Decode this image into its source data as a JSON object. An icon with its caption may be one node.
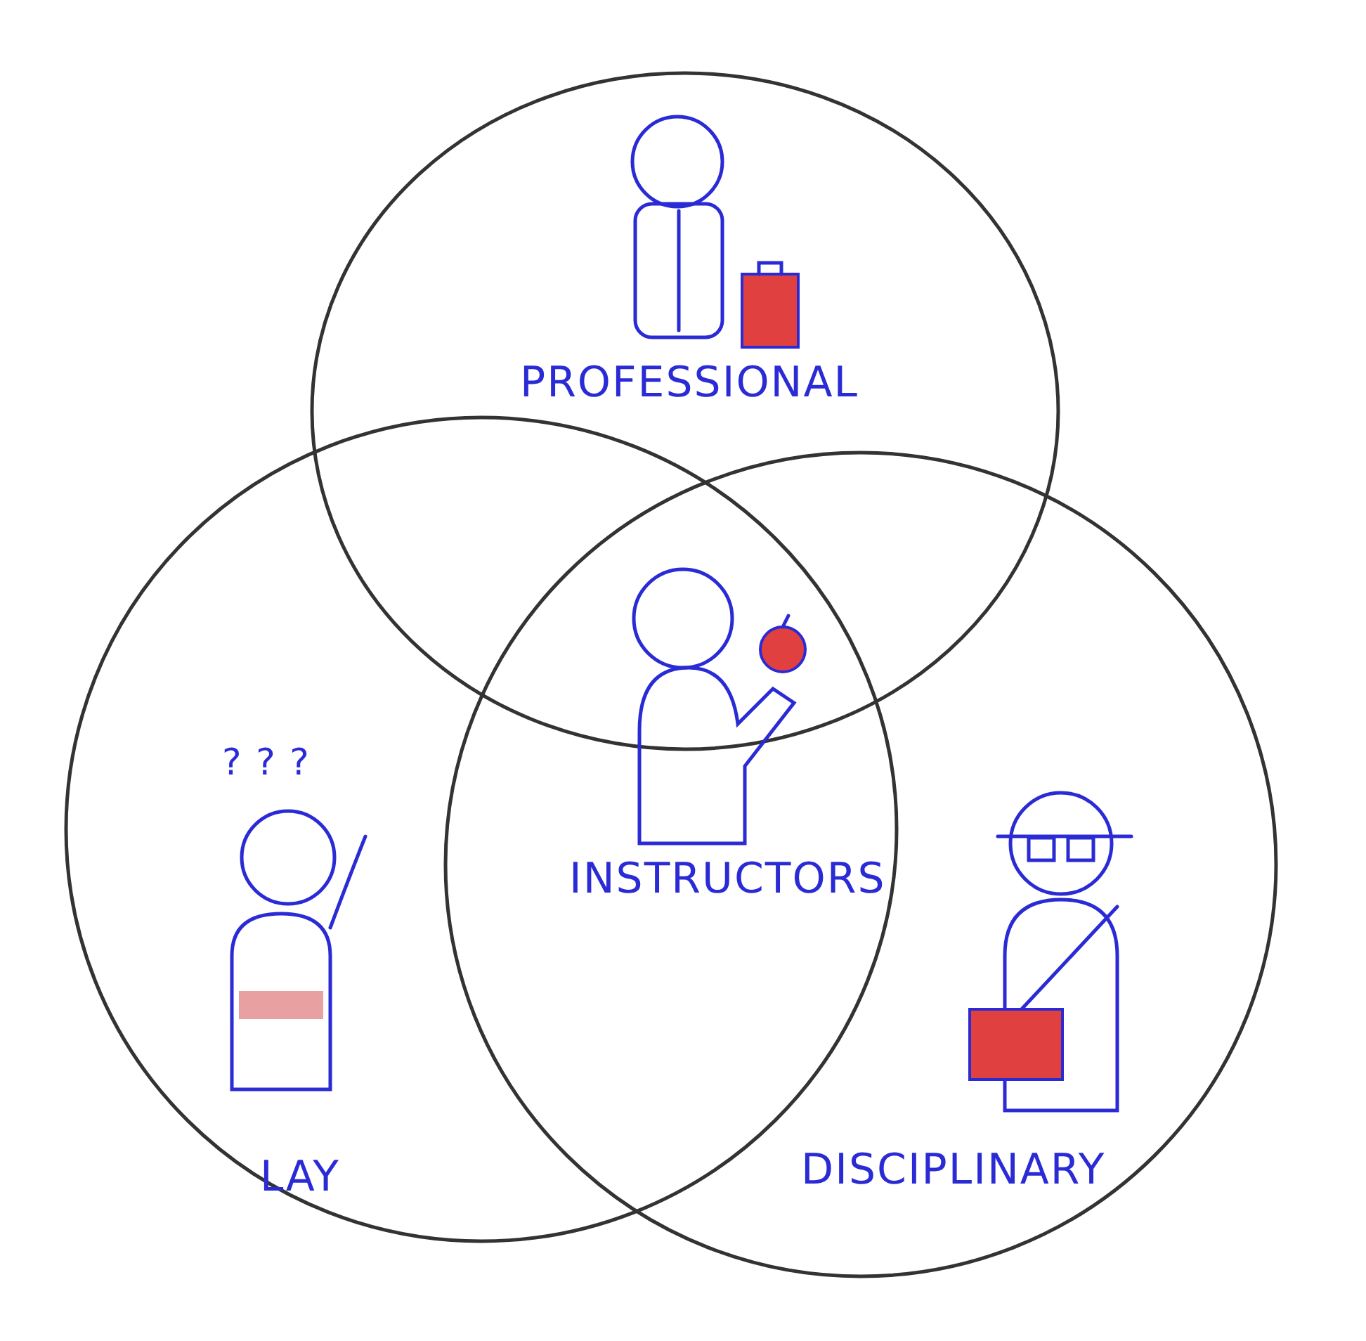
{
  "diagram": {
    "nodes": [
      {
        "text": [
          "PROFESSIONAL"
        ]
      },
      {
        "text": [
          "LAY"
        ]
      },
      {
        "text": [
          "DISCIPLINARY"
        ]
      }
    ],
    "labels": [
      "? ? ?",
      "INSTRUCTORS"
    ]
  }
}
